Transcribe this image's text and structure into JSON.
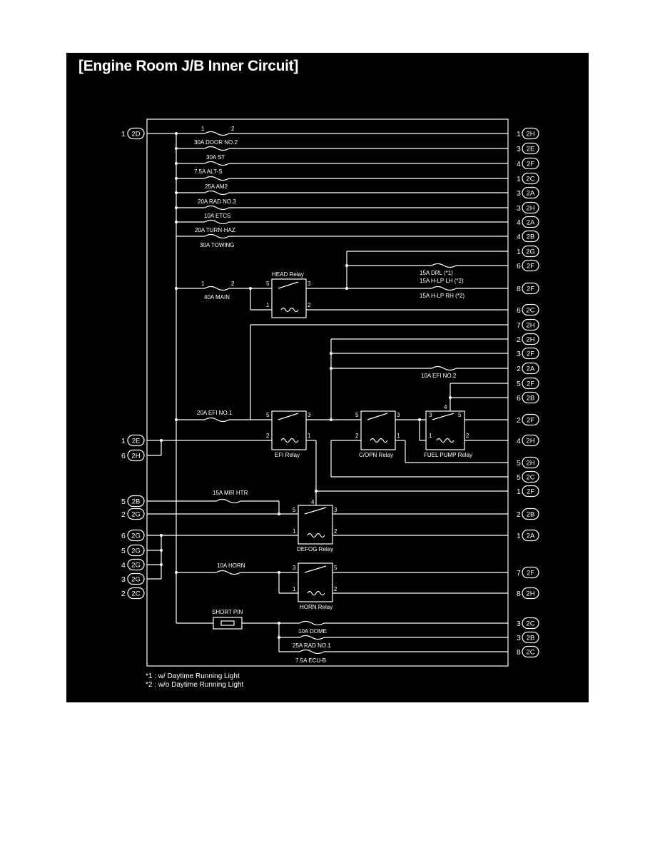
{
  "title": "[Engine Room J/B Inner Circuit]",
  "colors": {
    "background": "#000000",
    "line": "#ffffff",
    "page": "#ffffff"
  },
  "notes": [
    "*1 : w/ Daytime Running Light",
    "*2 : w/o Daytime Running Light"
  ],
  "left_connectors": [
    {
      "pin": "1",
      "conn": "2D"
    },
    {
      "pin": "1",
      "conn": "2E"
    },
    {
      "pin": "6",
      "conn": "2H"
    },
    {
      "pin": "5",
      "conn": "2B"
    },
    {
      "pin": "2",
      "conn": "2G"
    },
    {
      "pin": "6",
      "conn": "2G"
    },
    {
      "pin": "5",
      "conn": "2G"
    },
    {
      "pin": "4",
      "conn": "2G"
    },
    {
      "pin": "3",
      "conn": "2G"
    },
    {
      "pin": "2",
      "conn": "2C"
    }
  ],
  "right_connectors": [
    {
      "pin": "1",
      "conn": "2H"
    },
    {
      "pin": "3",
      "conn": "2E"
    },
    {
      "pin": "4",
      "conn": "2F"
    },
    {
      "pin": "1",
      "conn": "2C"
    },
    {
      "pin": "3",
      "conn": "2A"
    },
    {
      "pin": "3",
      "conn": "2H"
    },
    {
      "pin": "4",
      "conn": "2A"
    },
    {
      "pin": "4",
      "conn": "2B"
    },
    {
      "pin": "1",
      "conn": "2G"
    },
    {
      "pin": "6",
      "conn": "2F"
    },
    {
      "pin": "8",
      "conn": "2F"
    },
    {
      "pin": "6",
      "conn": "2C"
    },
    {
      "pin": "7",
      "conn": "2H"
    },
    {
      "pin": "2",
      "conn": "2H"
    },
    {
      "pin": "3",
      "conn": "2F"
    },
    {
      "pin": "2",
      "conn": "2A"
    },
    {
      "pin": "5",
      "conn": "2F"
    },
    {
      "pin": "6",
      "conn": "2B"
    },
    {
      "pin": "2",
      "conn": "2F"
    },
    {
      "pin": "4",
      "conn": "2H"
    },
    {
      "pin": "5",
      "conn": "2H"
    },
    {
      "pin": "5",
      "conn": "2C"
    },
    {
      "pin": "1",
      "conn": "2F"
    },
    {
      "pin": "2",
      "conn": "2B"
    },
    {
      "pin": "1",
      "conn": "2A"
    },
    {
      "pin": "7",
      "conn": "2F"
    },
    {
      "pin": "8",
      "conn": "2H"
    },
    {
      "pin": "3",
      "conn": "2C"
    },
    {
      "pin": "3",
      "conn": "2B"
    },
    {
      "pin": "8",
      "conn": "2C"
    }
  ],
  "fuses": [
    {
      "name": "30A DOOR NO.2",
      "pins": [
        "1",
        "2"
      ]
    },
    {
      "name": "30A ST"
    },
    {
      "name": "7.5A ALT-S"
    },
    {
      "name": "25A AM2"
    },
    {
      "name": "20A RAD NO.3"
    },
    {
      "name": "10A ETCS"
    },
    {
      "name": "20A TURN-HAZ"
    },
    {
      "name": "30A TOWING"
    },
    {
      "name": "40A MAIN",
      "pins": [
        "1",
        "2"
      ]
    },
    {
      "name": "15A DRL (*1)"
    },
    {
      "name": "15A H-LP LH (*2)"
    },
    {
      "name": "15A H-LP RH (*2)"
    },
    {
      "name": "10A EFI NO.2"
    },
    {
      "name": "20A EFI NO.1"
    },
    {
      "name": "15A MIR HTR"
    },
    {
      "name": "10A HORN"
    },
    {
      "name": "SHORT PIN"
    },
    {
      "name": "10A DOME"
    },
    {
      "name": "25A RAD NO.1"
    },
    {
      "name": "7.5A ECU-B"
    }
  ],
  "relays": [
    {
      "name": "HEAD Relay",
      "pins": [
        "5",
        "3",
        "1",
        "2"
      ]
    },
    {
      "name": "EFI Relay",
      "pins": [
        "5",
        "3",
        "2",
        "1"
      ]
    },
    {
      "name": "C/OPN Relay",
      "pins": [
        "5",
        "3",
        "2",
        "1"
      ]
    },
    {
      "name": "FUEL PUMP Relay",
      "pins": [
        "4",
        "3",
        "5",
        "1",
        "2"
      ]
    },
    {
      "name": "DEFOG Relay",
      "pins": [
        "4",
        "5",
        "3",
        "1",
        "2"
      ]
    },
    {
      "name": "HORN Relay",
      "pins": [
        "3",
        "5",
        "1",
        "2"
      ]
    }
  ]
}
